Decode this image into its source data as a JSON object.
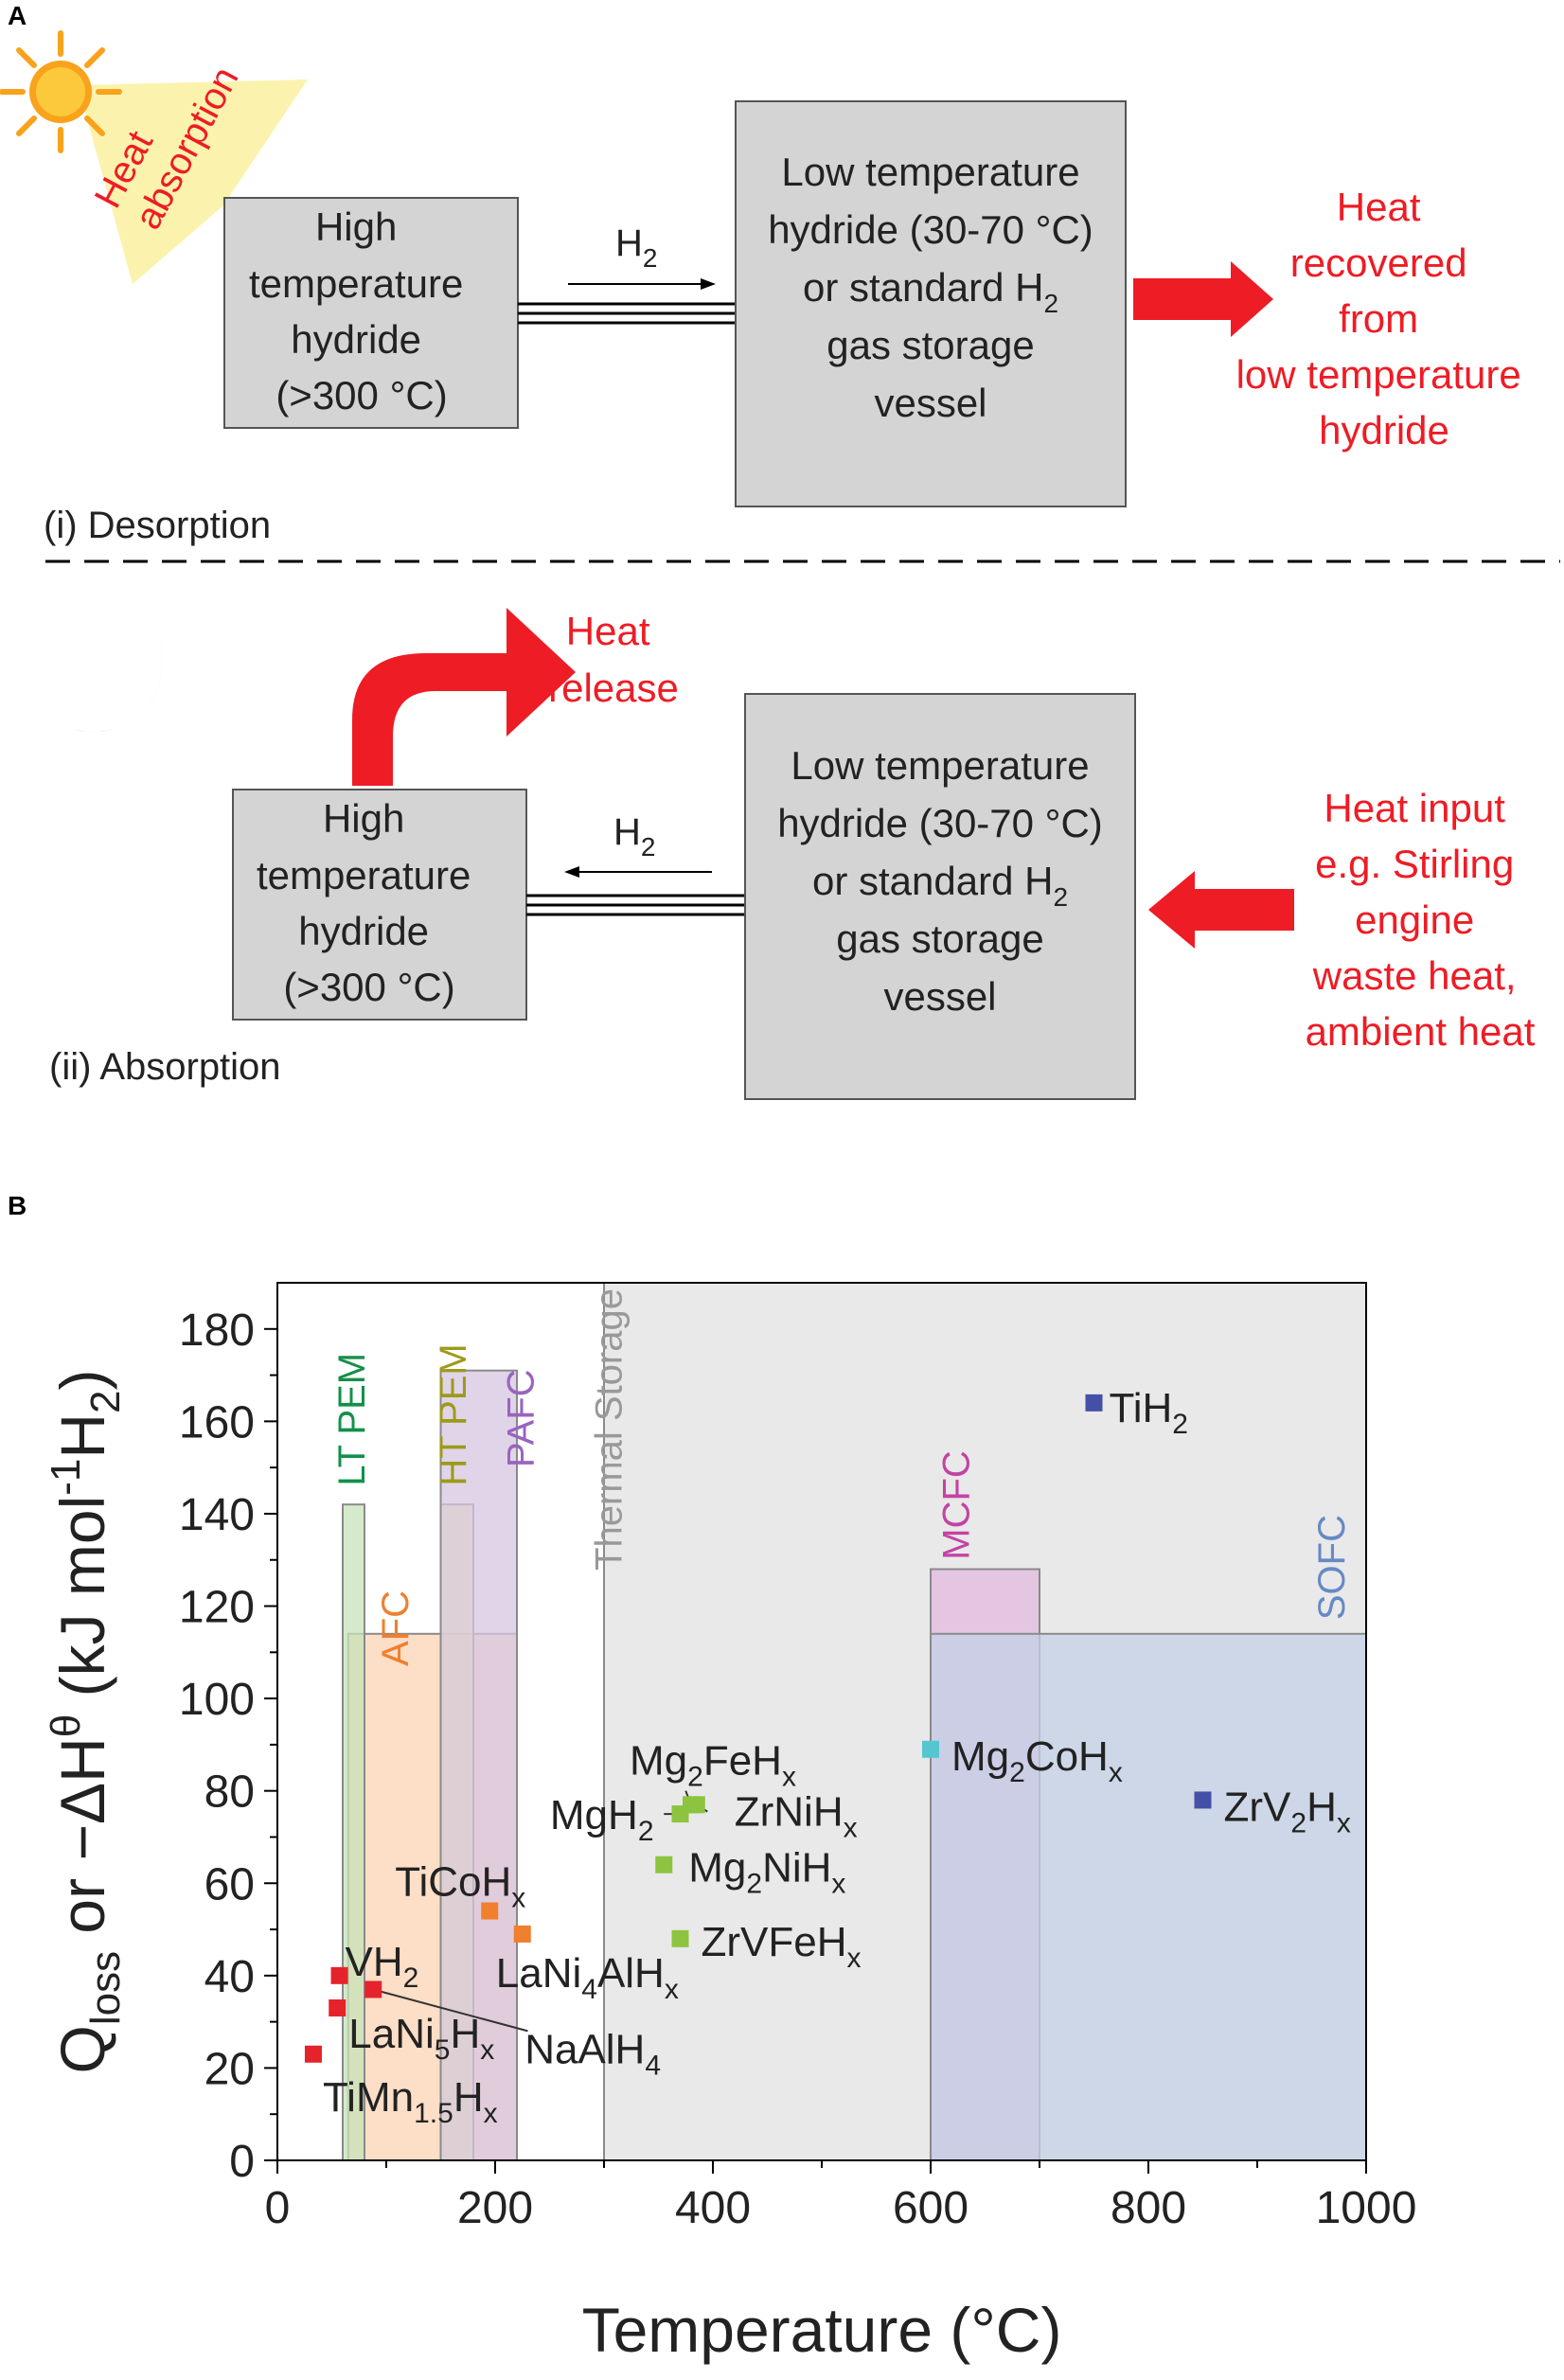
{
  "panel_a": {
    "label": "A",
    "desorption": {
      "caption": "(i) Desorption",
      "heat_label": [
        "Heat",
        "absorption"
      ],
      "high_box": [
        "High",
        "temperature",
        "hydride",
        "(>300 °C)"
      ],
      "h2_label": "H",
      "h2_sub": "2",
      "low_box": [
        {
          "t": "Low temperature"
        },
        {
          "t": "hydride (30-70 °C)"
        },
        {
          "t": "or standard H",
          "sub": "2"
        },
        {
          "t": "gas storage"
        },
        {
          "t": "vessel"
        }
      ],
      "output_label": [
        "Heat",
        "recovered",
        "from",
        "low temperature",
        "hydride"
      ]
    },
    "absorption": {
      "caption": "(ii) Absorption",
      "heat_label": [
        "Heat",
        "release"
      ],
      "high_box": [
        "High",
        "temperature",
        "hydride",
        "(>300 °C)"
      ],
      "h2_label": "H",
      "h2_sub": "2",
      "low_box": [
        {
          "t": "Low temperature"
        },
        {
          "t": "hydride (30-70 °C)"
        },
        {
          "t": "or standard H",
          "sub": "2"
        },
        {
          "t": "gas storage"
        },
        {
          "t": "vessel"
        }
      ],
      "input_label": [
        "Heat input",
        "e.g. Stirling",
        "engine",
        "waste heat,",
        "ambient heat"
      ]
    },
    "colors": {
      "red": "#ee1c25",
      "box": "#d4d4d4",
      "sun": "#f9a21b",
      "moon": "#9b9b9b",
      "beam": "#fbf3ad"
    }
  },
  "panel_b": {
    "label": "B",
    "chart_data": {
      "type": "scatter",
      "xlabel": {
        "base": "Temperature (°C)"
      },
      "ylabel": {
        "parts": [
          {
            "t": "Q"
          },
          {
            "t": "loss",
            "sub": true
          },
          {
            "t": " or −ΔH"
          },
          {
            "t": "θ",
            "sup": true
          },
          {
            "t": " (kJ mol"
          },
          {
            "t": "-1",
            "sup": true
          },
          {
            "t": "H"
          },
          {
            "t": "2",
            "sub": true
          },
          {
            "t": ")"
          }
        ]
      },
      "xlim": [
        0,
        1000
      ],
      "ylim": [
        0,
        190
      ],
      "xticks": [
        0,
        200,
        400,
        600,
        800,
        1000
      ],
      "yticks": [
        0,
        20,
        40,
        60,
        80,
        100,
        120,
        140,
        160,
        180
      ],
      "regions": [
        {
          "name": "Thermal Storage",
          "x0": 300,
          "x1": 1000,
          "y1": 190,
          "color": "#e2e2e2",
          "text_color": "#999999"
        },
        {
          "name": "AFC",
          "x0": 65,
          "x1": 220,
          "y1": 114,
          "color": "#fcd3b4",
          "text_color": "#f07f2e"
        },
        {
          "name": "LT PEM",
          "x0": 60,
          "x1": 80,
          "y1": 142,
          "color": "#c6e3b8",
          "text_color": "#13904a"
        },
        {
          "name": "HT PEM",
          "x0": 150,
          "x1": 180,
          "y1": 142,
          "color": "#eeeca2",
          "text_color": "#9d9a1a"
        },
        {
          "name": "PAFC",
          "x0": 150,
          "x1": 220,
          "y1": 171,
          "color": "#d6c6e2",
          "text_color": "#9a63be"
        },
        {
          "name": "MCFC",
          "x0": 600,
          "x1": 700,
          "y1": 128,
          "color": "#e2b9df",
          "text_color": "#c243a4"
        },
        {
          "name": "SOFC",
          "x0": 600,
          "x1": 1000,
          "y1": 114,
          "color": "#c3d0e6",
          "text_color": "#6689c6"
        }
      ],
      "points": [
        {
          "name": "TiH2",
          "label": [
            {
              "t": "TiH"
            },
            {
              "t": "2",
              "sub": true
            }
          ],
          "x": 750,
          "y": 164,
          "color": "#4450a8"
        },
        {
          "name": "ZrV2Hx",
          "label": [
            {
              "t": "ZrV"
            },
            {
              "t": "2",
              "sub": true
            },
            {
              "t": "H"
            },
            {
              "t": "x",
              "sub": true
            }
          ],
          "x": 850,
          "y": 78,
          "color": "#4450a8"
        },
        {
          "name": "Mg2CoHx",
          "label": [
            {
              "t": "Mg"
            },
            {
              "t": "2",
              "sub": true
            },
            {
              "t": "CoH"
            },
            {
              "t": "x",
              "sub": true
            }
          ],
          "x": 600,
          "y": 89,
          "color": "#55c6cf"
        },
        {
          "name": "Mg2FeHx",
          "label": [
            {
              "t": "Mg"
            },
            {
              "t": "2",
              "sub": true
            },
            {
              "t": "FeH"
            },
            {
              "t": "x",
              "sub": true
            }
          ],
          "x": 380,
          "y": 77,
          "color": "#8dc43f"
        },
        {
          "name": "ZrNiHx",
          "label": [
            {
              "t": "ZrNiH"
            },
            {
              "t": "x",
              "sub": true
            }
          ],
          "x": 385,
          "y": 77,
          "color": "#8dc43f"
        },
        {
          "name": "MgH2",
          "label": [
            {
              "t": "MgH"
            },
            {
              "t": "2",
              "sub": true
            }
          ],
          "x": 370,
          "y": 75,
          "color": "#8dc43f"
        },
        {
          "name": "Mg2NiHx",
          "label": [
            {
              "t": "Mg"
            },
            {
              "t": "2",
              "sub": true
            },
            {
              "t": "NiH"
            },
            {
              "t": "x",
              "sub": true
            }
          ],
          "x": 355,
          "y": 64,
          "color": "#8dc43f"
        },
        {
          "name": "ZrVFeHx",
          "label": [
            {
              "t": "ZrVFeH"
            },
            {
              "t": "x",
              "sub": true
            }
          ],
          "x": 370,
          "y": 48,
          "color": "#8dc43f"
        },
        {
          "name": "TiCoHx",
          "label": [
            {
              "t": "TiCoH"
            },
            {
              "t": "x",
              "sub": true
            }
          ],
          "x": 195,
          "y": 54,
          "color": "#f07f2e"
        },
        {
          "name": "LaNi4AlHx",
          "label": [
            {
              "t": "LaNi"
            },
            {
              "t": "4",
              "sub": true
            },
            {
              "t": "AlH"
            },
            {
              "t": "x",
              "sub": true
            }
          ],
          "x": 225,
          "y": 49,
          "color": "#f07f2e"
        },
        {
          "name": "VH2",
          "label": [
            {
              "t": "VH"
            },
            {
              "t": "2",
              "sub": true
            }
          ],
          "x": 57,
          "y": 40,
          "color": "#e5232b"
        },
        {
          "name": "NaAlH4",
          "label": [
            {
              "t": "NaAlH"
            },
            {
              "t": "4",
              "sub": true
            }
          ],
          "x": 88,
          "y": 37,
          "color": "#e5232b"
        },
        {
          "name": "LaNi5Hx",
          "label": [
            {
              "t": "LaNi"
            },
            {
              "t": "5",
              "sub": true
            },
            {
              "t": "H"
            },
            {
              "t": "x",
              "sub": true
            }
          ],
          "x": 55,
          "y": 33,
          "color": "#e5232b"
        },
        {
          "name": "TiMn1.5Hx",
          "label": [
            {
              "t": "TiMn"
            },
            {
              "t": "1.5",
              "sub": true
            },
            {
              "t": "H"
            },
            {
              "t": "x",
              "sub": true
            }
          ],
          "x": 33,
          "y": 23,
          "color": "#e5232b"
        }
      ]
    }
  }
}
